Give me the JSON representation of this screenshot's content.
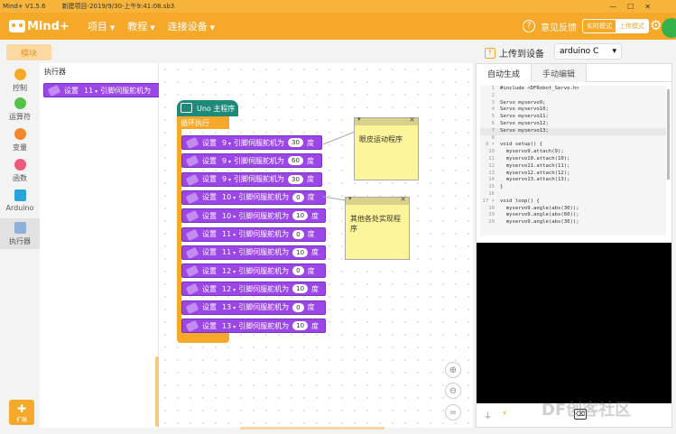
{
  "titlebar": {
    "app_version": "Mind+ V1.5.6",
    "project": "新建项目-2019/9/30-上午9:41:08.sb3",
    "controls": [
      "—",
      "☐",
      "✕"
    ]
  },
  "menubar": {
    "logo_text": "Mind+",
    "items": [
      "项目",
      "教程",
      "连接设备"
    ],
    "feedback": "意见反馈",
    "mode_realtime": "实时模式",
    "mode_upload": "上传模式"
  },
  "toolbar": {
    "module_label": "模块",
    "upload_label": "上传到设备",
    "board": "arduino C"
  },
  "categories": [
    {
      "label": "控制",
      "color": "#f6a828"
    },
    {
      "label": "运算符",
      "color": "#54c24a"
    },
    {
      "label": "变量",
      "color": "#f6862a"
    },
    {
      "label": "函数",
      "color": "#f05a7a"
    },
    {
      "label": "Arduino",
      "color": "#2aa3d8"
    },
    {
      "label": "执行器",
      "color": "#8fb1d8"
    }
  ],
  "flyout": {
    "title": "执行器",
    "block": {
      "prefix": "设置",
      "pin": "11",
      "suffix": "引脚伺服舵机为"
    }
  },
  "workspace": {
    "hat_label": "Uno 主程序",
    "loop_label": "循环执行",
    "blocks": [
      {
        "pin": "9",
        "value": "30"
      },
      {
        "pin": "9",
        "value": "60"
      },
      {
        "pin": "9",
        "value": "30"
      },
      {
        "pin": "10",
        "value": "0"
      },
      {
        "pin": "10",
        "value": "10"
      },
      {
        "pin": "11",
        "value": "0"
      },
      {
        "pin": "11",
        "value": "10"
      },
      {
        "pin": "12",
        "value": "0"
      },
      {
        "pin": "12",
        "value": "10"
      },
      {
        "pin": "13",
        "value": "0"
      },
      {
        "pin": "13",
        "value": "10"
      }
    ],
    "block_prefix": "设置",
    "block_mid": "引脚伺服舵机为",
    "block_unit": "度",
    "note1": "眼皮运动程序",
    "note2": "其他各处实现程序",
    "zoom": [
      "⊕",
      "⊖",
      "="
    ]
  },
  "ext_label": "扩展",
  "right_panel": {
    "tab_auto": "自动生成",
    "tab_manual": "手动编辑",
    "code": [
      {
        "n": "1",
        "t": "#include <DFRobot_Servo.h>"
      },
      {
        "n": "2",
        "t": ""
      },
      {
        "n": "3",
        "t": "Servo myservo9;"
      },
      {
        "n": "4",
        "t": "Servo myservo10;"
      },
      {
        "n": "5",
        "t": "Servo myservo11;"
      },
      {
        "n": "6",
        "t": "Servo myservo12;"
      },
      {
        "n": "7",
        "t": "Servo myservo13;"
      },
      {
        "n": "8",
        "t": ""
      },
      {
        "n": "9 ▾",
        "t": "void setup() {"
      },
      {
        "n": "10",
        "t": "  myservo9.attach(9);"
      },
      {
        "n": "11",
        "t": "  myservo10.attach(10);"
      },
      {
        "n": "12",
        "t": "  myservo11.attach(11);"
      },
      {
        "n": "13",
        "t": "  myservo12.attach(12);"
      },
      {
        "n": "14",
        "t": "  myservo13.attach(13);"
      },
      {
        "n": "15",
        "t": "}"
      },
      {
        "n": "16",
        "t": ""
      },
      {
        "n": "17 ▾",
        "t": "void loop() {"
      },
      {
        "n": "18",
        "t": "  myservo9.angle(abs(30));"
      },
      {
        "n": "19",
        "t": "  myservo9.angle(abs(60));"
      },
      {
        "n": "20",
        "t": "  myservo9.angle(abs(30));"
      }
    ],
    "watermark": "DF创客社区"
  }
}
